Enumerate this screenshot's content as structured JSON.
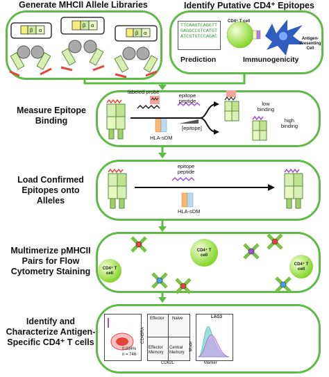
{
  "headers": {
    "left": "Generate MHCII Allele Libraries",
    "right": "Identify Putative CD4⁺ Epitopes"
  },
  "top_left": {
    "gene_labels": [
      "β",
      "α",
      "β",
      "α",
      "β",
      "α"
    ]
  },
  "top_right": {
    "sequences": [
      "TTCAAGTCAGGTT",
      "GAGGCCGTCATGT",
      "ATCGTGTCCAGAC"
    ],
    "prediction": "Prediction",
    "immunogenicity": "Immunogenicity",
    "cd4_tcell": "CD4⁺ T cell",
    "apc": "Antigen-Presenting Cell"
  },
  "steps": [
    {
      "label": "Measure Epitope Binding",
      "labeled_probe": "labeled probe",
      "epitope_peptide": "epitope peptide",
      "epitope_conc": "[epitope]",
      "hla_sdm": "HLA-sDM",
      "low_binding": "low binding",
      "high_binding": "high binding"
    },
    {
      "label": "Load Confirmed Epitopes onto Alleles",
      "epitope_peptide": "epitope peptide",
      "hla_sdm": "HLA-sDM"
    },
    {
      "label": "Multimerize pMHCII Pairs for Flow Cytometry Staining",
      "cd4_tcell": "CD4⁺ T cell"
    },
    {
      "label": "Identify and Characterize Antigen-Specific CD4⁺ T cells",
      "percent": "0.034%",
      "n": "n = 746",
      "effector": "Effector",
      "naive": "Naive",
      "effector_memory": "Effector Memory",
      "central_memory": "Central Memory",
      "x_cd62l": "CD62L",
      "y_cd45ra": "CD45RA",
      "lag3": "LAG3",
      "mode": "Mode",
      "marker": "Marker"
    }
  ],
  "colors": {
    "panel_border": "#5dbb46",
    "arrow": "#5dbb46",
    "tcell": "#7ed321",
    "apc": "#2f5dbd",
    "mhc_light": "#d9f0b4",
    "mhc_dark": "#7cc04a",
    "probe": "#e0473c",
    "peptide": "#9b4fd1"
  }
}
